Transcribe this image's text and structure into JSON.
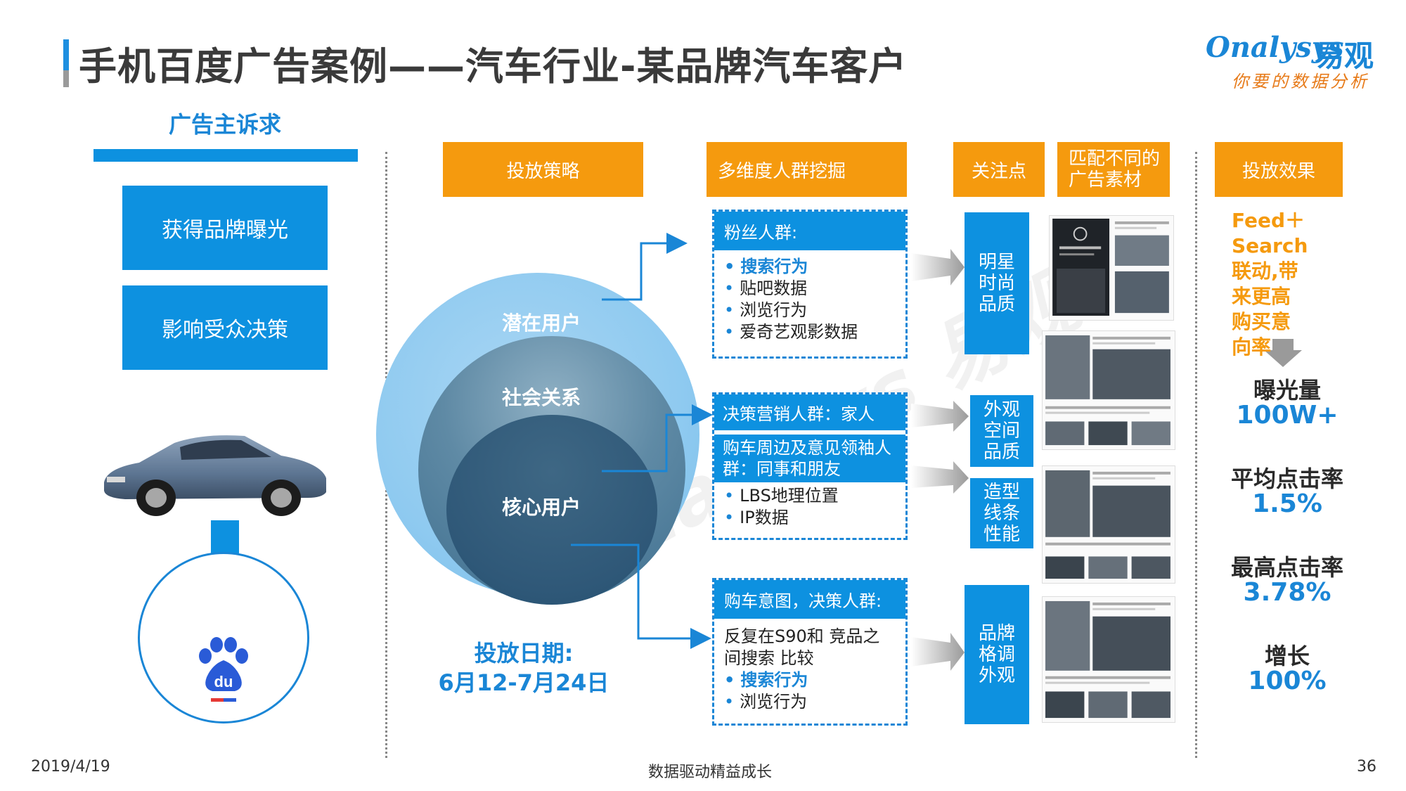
{
  "header": {
    "title": "手机百度广告案例——汽车行业-某品牌汽车客户"
  },
  "logo": {
    "brand_en": "nalysys",
    "brand_cn": "易观",
    "slogan": "你要的数据分析"
  },
  "left": {
    "section_title": "广告主诉求",
    "goals": [
      "获得品牌曝光",
      "影响受众决策"
    ]
  },
  "headers": {
    "strategy": "投放策略",
    "mining": "多维度人群挖掘",
    "focus": "关注点",
    "match": "匹配不同的广告素材",
    "effect": "投放效果"
  },
  "circles": {
    "outer": "潜在用户",
    "middle": "社会关系",
    "inner": "核心用户"
  },
  "schedule": {
    "label": "投放日期:",
    "range": "6月12-7月24日"
  },
  "segments": {
    "fans": {
      "head": "粉丝人群:",
      "items": [
        "搜索行为",
        "贴吧数据",
        "浏览行为",
        "爱奇艺观影数据"
      ]
    },
    "social": {
      "head1": "决策营销人群：家人",
      "head2": "购车周边及意见领袖人群：同事和朋友",
      "items": [
        "LBS地理位置",
        "IP数据"
      ]
    },
    "intent": {
      "head": "购车意图，决策人群:",
      "text": "反复在S90和 竞品之间搜索 比较",
      "items": [
        "搜索行为",
        "浏览行为"
      ]
    }
  },
  "focus_points": {
    "f1": "明星时尚品质",
    "f2": "外观空间品质",
    "f3": "造型线条性能",
    "f4": "品牌格调外观"
  },
  "effects": {
    "combo": "Feed＋Search联动,带来更高购买意向率",
    "metrics": [
      {
        "label": "曝光量",
        "value": "100W+"
      },
      {
        "label": "平均点击率",
        "value": "1.5%"
      },
      {
        "label": "最高点击率",
        "value": "3.78%"
      },
      {
        "label": "增长",
        "value": "100%"
      }
    ]
  },
  "footer": {
    "date": "2019/4/19",
    "center": "数据驱动精益成长",
    "page": "36"
  },
  "colors": {
    "blue": "#0d91e0",
    "orange": "#f59a0e",
    "title_grey": "#3a3a3a"
  }
}
